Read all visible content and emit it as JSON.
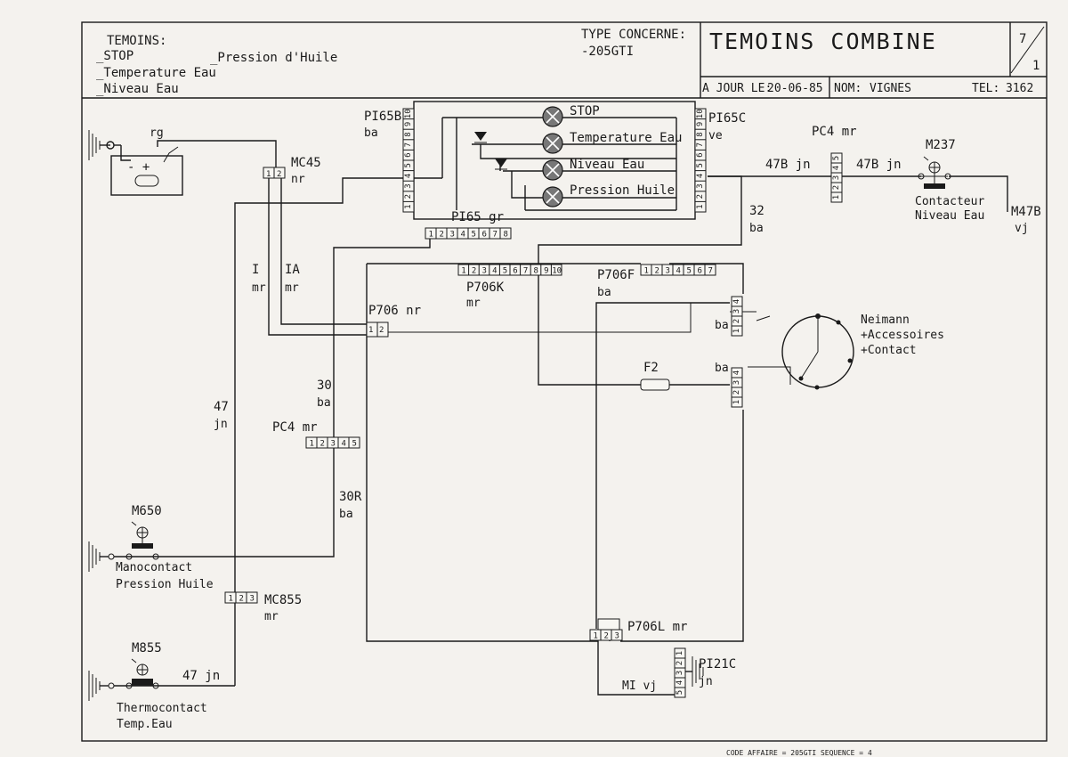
{
  "title_block": {
    "temoins_heading": "TEMOINS:",
    "temoins_items": [
      "_STOP",
      "_Temperature  Eau",
      "_Niveau Eau",
      "_Pression d'Huile"
    ],
    "type_label": "TYPE CONCERNE:",
    "type_value": "-205GTI",
    "title": "TEMOINS COMBINE",
    "sheet_top": "7",
    "sheet_bottom": "1",
    "ajour_label": "A JOUR LE:",
    "ajour_value": "20-06-85",
    "nom_label": "NOM:",
    "nom_value": "VIGNES",
    "tel_label": "TEL:",
    "tel_value": "3162"
  },
  "components": {
    "battery_label": "rg",
    "battery_terminals": "-  +",
    "mc45": "MC45",
    "mc45_color": "nr",
    "p165b": "PI65B",
    "p165b_color": "ba",
    "p165c": "PI65C",
    "p165c_color": "ve",
    "p165": "PI65  gr",
    "lamps": [
      "STOP",
      "Temperature Eau",
      "Niveau Eau",
      "Pression Huile"
    ],
    "pc4_top": "PC4  mr",
    "m237": "M237",
    "contacteur": [
      "Contacteur",
      "Niveau Eau"
    ],
    "p706k": "P706K",
    "p706k_color": "mr",
    "p706f": "P706F",
    "p706f_color": "ba",
    "p706": "P706  nr",
    "neimann": [
      "Neimann",
      "+Accessoires",
      "+Contact"
    ],
    "f2": "F2",
    "pc4_mid": "PC4  mr",
    "m650": "M650",
    "manocontact": [
      "Manocontact",
      "Pression Huile"
    ],
    "mc855": "MC855",
    "mc855_color": "mr",
    "m855": "M855",
    "thermocontact": [
      "Thermocontact",
      "Temp.Eau"
    ],
    "p706l": "P706L  mr",
    "p121c": "PI21C",
    "p121c_color": "jn"
  },
  "wires": {
    "w47b_a": "47B  jn",
    "w47b_b": "47B  jn",
    "m47b": "M47B",
    "m47b_color": "vj",
    "w32": "32",
    "w32_color": "ba",
    "wI": "I",
    "wI_color": "mr",
    "wIA": "IA",
    "wIA_color": "mr",
    "w47": "47",
    "w47_color": "jn",
    "w30": "30",
    "w30_color": "ba",
    "w30r": "30R",
    "w30r_color": "ba",
    "w47jn": "47  jn",
    "ba1": "ba",
    "ba2": "ba",
    "mi": "MI  vj"
  },
  "footer": "CODE AFFAIRE = 205GTI SEQUENCE = 4",
  "pins": {
    "n1": "1",
    "n2": "2",
    "n3": "3",
    "n4": "4",
    "n5": "5",
    "n6": "6",
    "n7": "7",
    "n8": "8",
    "n9": "9",
    "n10": "10"
  }
}
